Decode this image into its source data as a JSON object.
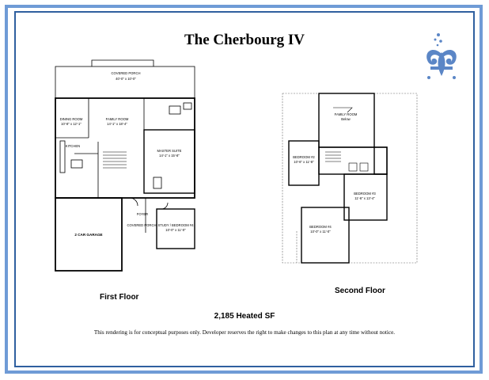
{
  "title": "The Cherbourg IV",
  "floors": {
    "first_label": "First Floor",
    "second_label": "Second Floor"
  },
  "heated_sf": "2,185 Heated SF",
  "disclaimer": "This rendering is for conceptual purposes only.  Developer reserves the right to make changes to this plan at any time without notice.",
  "first_floor_rooms": {
    "porch": "COVERED PORCH",
    "porch_dim": "40'-0\" x 10'-0\"",
    "dining": "DINING ROOM",
    "dining_dim": "10'-8\" x 12'-1\"",
    "family": "FAMILY ROOM",
    "family_dim": "14'-1\" x 18'-4\"",
    "kitchen": "KITCHEN",
    "master": "MASTER SUITE",
    "master_dim": "14'-1\" x 15'-8\"",
    "garage": "2 CAR GARAGE",
    "foyer": "FOYER",
    "study": "STUDY / BEDROOM #4",
    "study_dim": "10'-0\" x 11'-0\"",
    "front_porch": "COVERED PORCH"
  },
  "second_floor_rooms": {
    "family_below": "FAMILY ROOM",
    "below": "Below",
    "bed2": "BEDROOM #2",
    "bed2_dim": "10'-6\" x 11'-8\"",
    "bed3": "BEDROOM #3",
    "bed3_dim": "11'-6\" x 13'-4\"",
    "bed4": "BEDROOM #4",
    "bed4_dim": "10'-0\" x 11'-0\""
  },
  "colors": {
    "outer_border": "#6f9bd6",
    "inner_border": "#2f5f9f",
    "logo": "#5b86c6"
  }
}
